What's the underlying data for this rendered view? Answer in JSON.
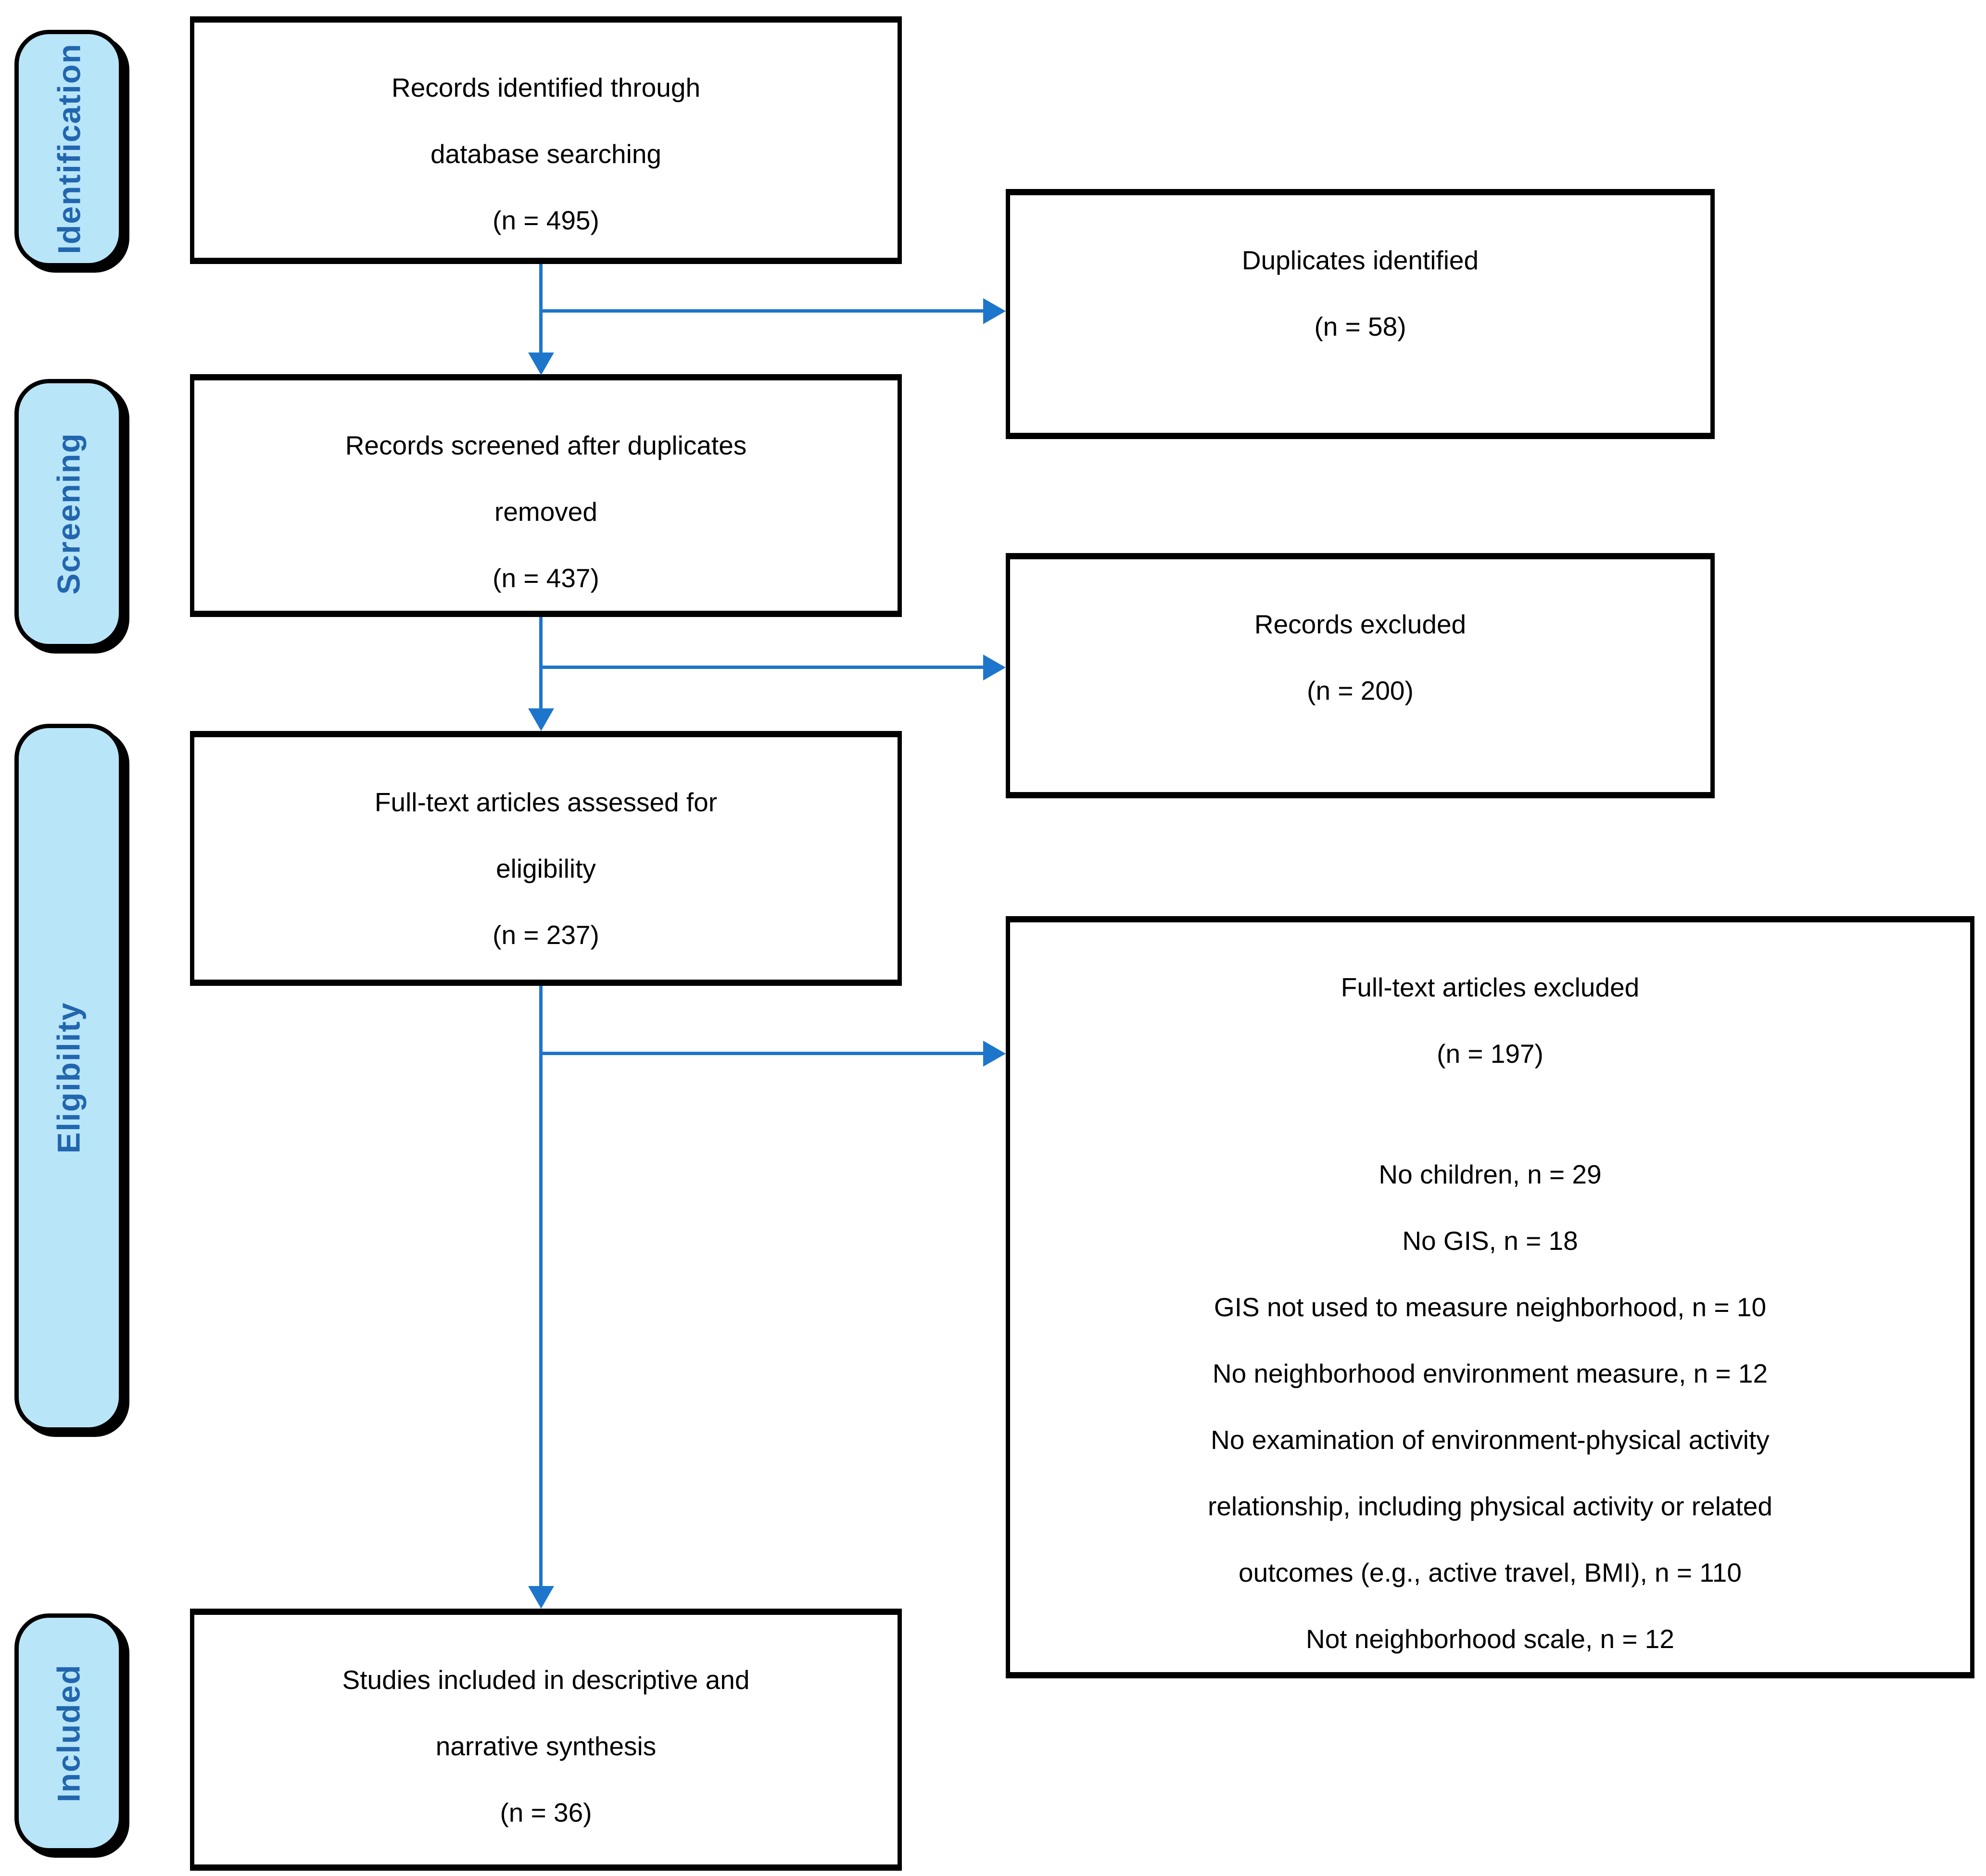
{
  "diagram": {
    "type": "prisma-flow",
    "colors": {
      "stage_fill": "#b9e5f9",
      "stage_text": "#2166ae",
      "arrow": "#1d76cb",
      "box_border": "#000000",
      "box_text": "#000000"
    },
    "stages": [
      {
        "label": "Identification"
      },
      {
        "label": "Screening"
      },
      {
        "label": "Eligibility"
      },
      {
        "label": "Included"
      }
    ],
    "boxes": {
      "identified": {
        "lines": [
          "Records identified through",
          "database searching",
          "(n = 495)"
        ]
      },
      "duplicates": {
        "lines": [
          "Duplicates identified",
          "(n = 58)"
        ]
      },
      "screened": {
        "lines": [
          "Records screened after duplicates",
          "removed",
          "(n = 437)"
        ]
      },
      "records_excluded": {
        "lines": [
          "Records excluded",
          "(n = 200)"
        ]
      },
      "assessed": {
        "lines": [
          "Full-text articles assessed for",
          "eligibility",
          "(n = 237)"
        ]
      },
      "fulltext_excluded": {
        "title_lines": [
          "Full-text articles excluded",
          "(n = 197)"
        ],
        "reason_lines": [
          "No children, n = 29",
          "No GIS, n = 18",
          "GIS not used to measure neighborhood, n = 10",
          "No neighborhood environment measure, n = 12",
          "No examination of environment-physical activity",
          "relationship, including physical activity or related",
          "outcomes (e.g., active travel, BMI), n = 110",
          "Not neighborhood scale, n = 12"
        ]
      },
      "included": {
        "lines": [
          "Studies included in descriptive and",
          "narrative synthesis",
          "(n = 36)"
        ]
      }
    }
  }
}
